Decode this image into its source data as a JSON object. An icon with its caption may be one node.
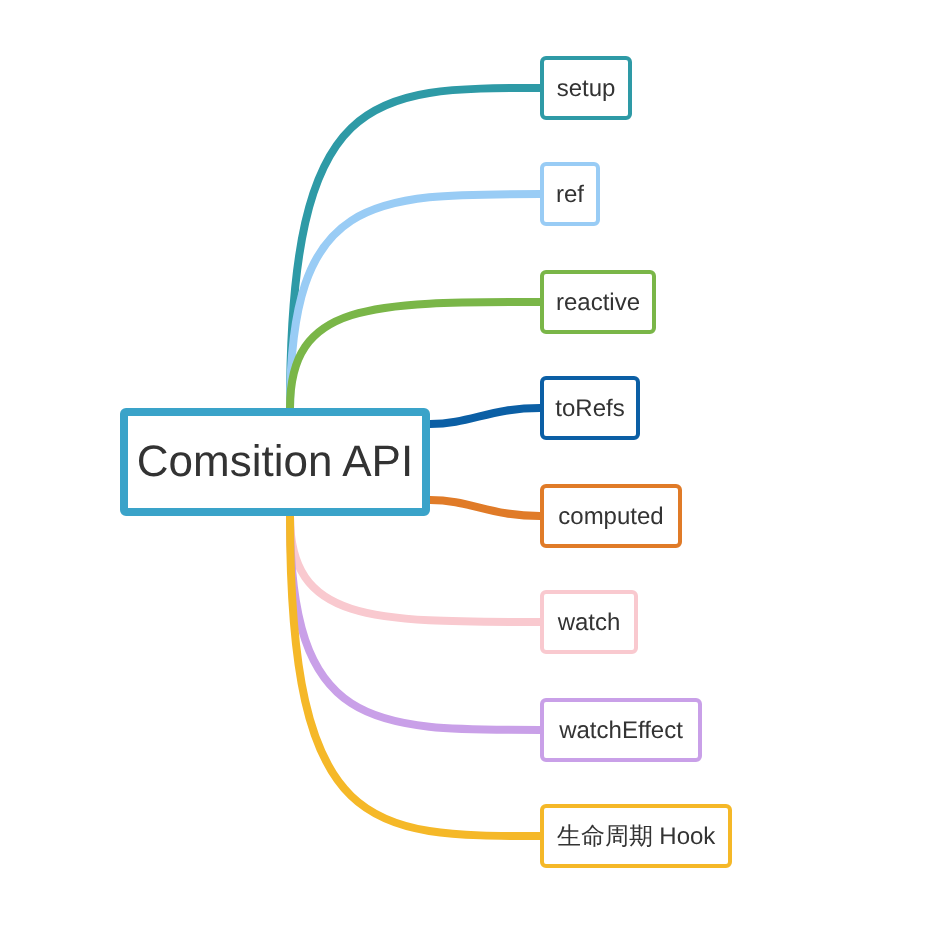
{
  "diagram": {
    "nodes": [
      {
        "text": [
          "Comsition API"
        ]
      },
      {
        "text": [
          "setup"
        ]
      },
      {
        "text": [
          "ref"
        ]
      },
      {
        "text": [
          "reactive"
        ]
      },
      {
        "text": [
          "toRefs"
        ]
      },
      {
        "text": [
          "computed"
        ]
      },
      {
        "text": [
          "watch"
        ]
      },
      {
        "text": [
          "watchEffect"
        ]
      },
      {
        "text": [
          "生命周期 Hook"
        ]
      }
    ],
    "edges": [
      {
        "from": 0,
        "to": 1,
        "arrow": "none",
        "color": "#2e9aa6"
      },
      {
        "from": 0,
        "to": 2,
        "arrow": "none",
        "color": "#99ccf5"
      },
      {
        "from": 0,
        "to": 3,
        "arrow": "none",
        "color": "#7ab648"
      },
      {
        "from": 0,
        "to": 4,
        "arrow": "none",
        "color": "#0b5fa5"
      },
      {
        "from": 0,
        "to": 5,
        "arrow": "none",
        "color": "#e07b28"
      },
      {
        "from": 0,
        "to": 6,
        "arrow": "none",
        "color": "#f9c9cf"
      },
      {
        "from": 0,
        "to": 7,
        "arrow": "none",
        "color": "#c9a0e8"
      },
      {
        "from": 0,
        "to": 8,
        "arrow": "none",
        "color": "#f5b828"
      }
    ]
  }
}
